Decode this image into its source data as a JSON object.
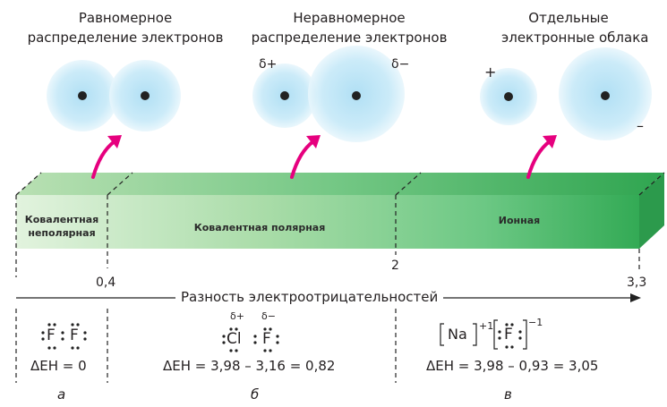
{
  "headers": {
    "equal": [
      "Равномерное",
      "распределение электронов"
    ],
    "unequal": [
      "Неравномерное",
      "распределение электронов"
    ],
    "separate": [
      "Отдельные",
      "электронные облака"
    ]
  },
  "charges": {
    "delta_plus": "δ+",
    "delta_minus": "δ−",
    "plus": "+",
    "minus": "–"
  },
  "bands": {
    "nonpolar": [
      "Ковалентная",
      "неполярная"
    ],
    "polar": "Ковалентная полярная",
    "ionic": "Ионная"
  },
  "axis": {
    "label": "Разность электроотрицательностей",
    "ticks": [
      "0,4",
      "2",
      "3,3"
    ]
  },
  "examples": {
    "a": {
      "formula": [
        "F",
        "F"
      ],
      "equation": "ΔЕН = 0",
      "letter": "а"
    },
    "b": {
      "atoms": [
        "Cl",
        "F"
      ],
      "partial": [
        "δ+",
        "δ−"
      ],
      "equation": "ΔЕН = 3,98 – 3,16 = 0,82",
      "letter": "б"
    },
    "c": {
      "cation": "Na",
      "cation_charge": "+1",
      "anion": "F",
      "anion_charge": "−1",
      "equation": "ΔЕН = 3,98 – 0,93 = 3,05",
      "letter": "в"
    }
  },
  "colors": {
    "cloud": "#bfe6f7",
    "arrow": "#e6007e",
    "band_light": "#d5ecd2",
    "band_dark": "#3fb463"
  }
}
